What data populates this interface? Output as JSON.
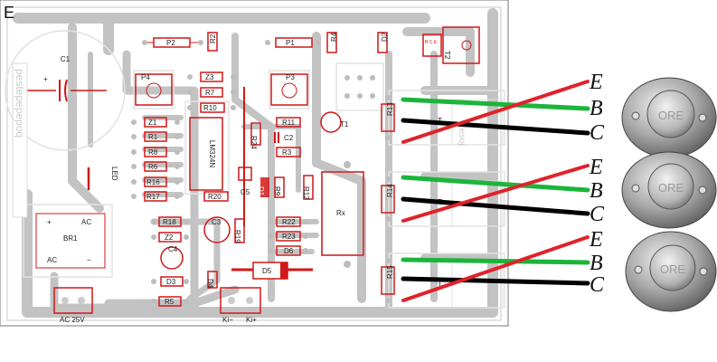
{
  "board": {
    "corner_mark": "E",
    "mirrored_text": "pestepepepoq",
    "ic_label": "LM324N",
    "rx_label": "Rx",
    "mirrored_text2": "lesoj"
  },
  "components": {
    "c1": "C1",
    "p2": "P2",
    "r2": "R2",
    "p1": "P1",
    "r4": "R4",
    "d2": "D2",
    "t2": "T2",
    "t2_pins": "B C E",
    "p4": "P4",
    "z3": "Z3",
    "r7": "R7",
    "r10": "R10",
    "p3": "P3",
    "z1": "Z1",
    "r1": "R1",
    "r8": "R8",
    "r6": "R6",
    "r16": "R16",
    "r17": "R17",
    "r11": "R11",
    "c2": "C2",
    "r24": "R24",
    "r3": "R3",
    "t1": "T1",
    "led": "LED",
    "c5": "C5",
    "d1": "D1",
    "r9": "R9",
    "r12": "R12",
    "r20": "R20",
    "br1": "BR1",
    "ac_top": "AC",
    "ac_bottom": "AC",
    "plus": "+",
    "minus": "−",
    "r18": "R18",
    "c3": "C3",
    "r19": "R19",
    "r22": "R22",
    "r23": "R23",
    "z2": "Z2",
    "c4": "C4",
    "d6": "D6",
    "d3": "D3",
    "d4": "D4",
    "d5": "D5",
    "r5": "R5",
    "r13": "R13",
    "r14": "R14",
    "r15": "R15",
    "tr": "T",
    "ac25": "AC 25V",
    "k_minus": "Ki−",
    "k_plus": "Ki+"
  },
  "transistor_labels": [
    {
      "e": "E",
      "b": "B",
      "c": "C"
    },
    {
      "e": "E",
      "b": "B",
      "c": "C"
    },
    {
      "e": "E",
      "b": "B",
      "c": "C"
    }
  ],
  "transistor_caps": [
    "ORE",
    "ORE",
    "ORE"
  ],
  "colors": {
    "trace": "#c3c3c3",
    "outline": "#e2e2e2",
    "component": "#d11717",
    "wire_e": "#e0222a",
    "wire_b": "#1bb53a",
    "wire_c": "#000000"
  }
}
